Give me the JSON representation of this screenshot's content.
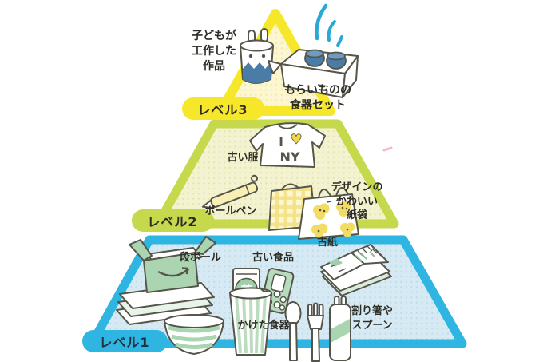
{
  "palette": {
    "level3_yellow": "#f6e72b",
    "level2_lime": "#c6d84b",
    "level1_cyan": "#2fb5e1",
    "level3_fill": "#fcf7d2",
    "level2_fill": "#f4f3d1",
    "level1_fill": "#d7eaf3",
    "item_green": "#a9d5b0",
    "item_blue": "#4a7ca8",
    "accent_yellow": "#f0d84a",
    "outline_ink": "#55554a"
  },
  "pyramid": {
    "levels": [
      {
        "tab_label": "レベル3",
        "items": [
          {
            "name": "kids-craft",
            "label_lines": [
              "子どもが",
              "工作した",
              "作品"
            ]
          },
          {
            "name": "gifted-tableware",
            "label_lines": [
              "もらいものの",
              "食器セット"
            ]
          }
        ]
      },
      {
        "tab_label": "レベル2",
        "items": [
          {
            "name": "old-clothes",
            "label_lines": [
              "古い服"
            ],
            "print": {
              "i": "I",
              "heart": "♥",
              "ny": "NY"
            }
          },
          {
            "name": "ballpoint-pen",
            "label_lines": [
              "ボールペン"
            ]
          },
          {
            "name": "cute-paper-bags",
            "label_lines": [
              "デザインの",
              "かわいい",
              "紙袋"
            ]
          }
        ]
      },
      {
        "tab_label": "レベル1",
        "items": [
          {
            "name": "cardboard",
            "label_lines": [
              "段ボール"
            ]
          },
          {
            "name": "old-food",
            "label_lines": [
              "古い食品"
            ],
            "package_text": "茶"
          },
          {
            "name": "old-paper",
            "label_lines": [
              "古紙"
            ]
          },
          {
            "name": "chipped-dishes",
            "label_lines": [
              "かけた食器"
            ]
          },
          {
            "name": "disposable-cutlery",
            "label_lines": [
              "割り箸や",
              "スプーン"
            ]
          }
        ]
      }
    ]
  }
}
